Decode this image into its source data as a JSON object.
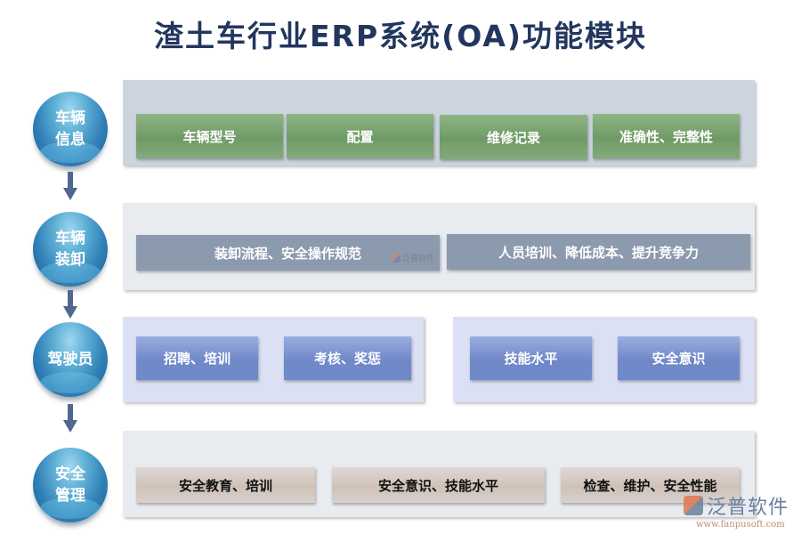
{
  "title": "渣土车行业ERP系统(OA)功能模块",
  "rows": [
    {
      "label": "车辆信息",
      "boxes": [
        "车辆型号",
        "配置",
        "维修记录",
        "准确性、完整性"
      ]
    },
    {
      "label": "车辆装卸",
      "boxes": [
        "装卸流程、安全操作规范",
        "人员培训、降低成本、提升竞争力"
      ]
    },
    {
      "label": "驾驶员",
      "boxes": [
        "招聘、培训",
        "考核、奖惩",
        "技能水平",
        "安全意识"
      ]
    },
    {
      "label": "安全管理",
      "boxes": [
        "安全教育、培训",
        "安全意识、技能水平",
        "检查、维护、安全性能"
      ]
    }
  ],
  "watermark": {
    "name": "泛普软件",
    "url": "www.fanpusoft.com",
    "small_name": "泛普软件"
  },
  "colors": {
    "title": "#22365e",
    "row1_box": "#769f6c",
    "row2_box": "#8c9aae",
    "row3_box": "#7088c8",
    "row4_box": "#cfc2b8",
    "circle": "#2f7fb6",
    "arrow": "#4f6890"
  }
}
